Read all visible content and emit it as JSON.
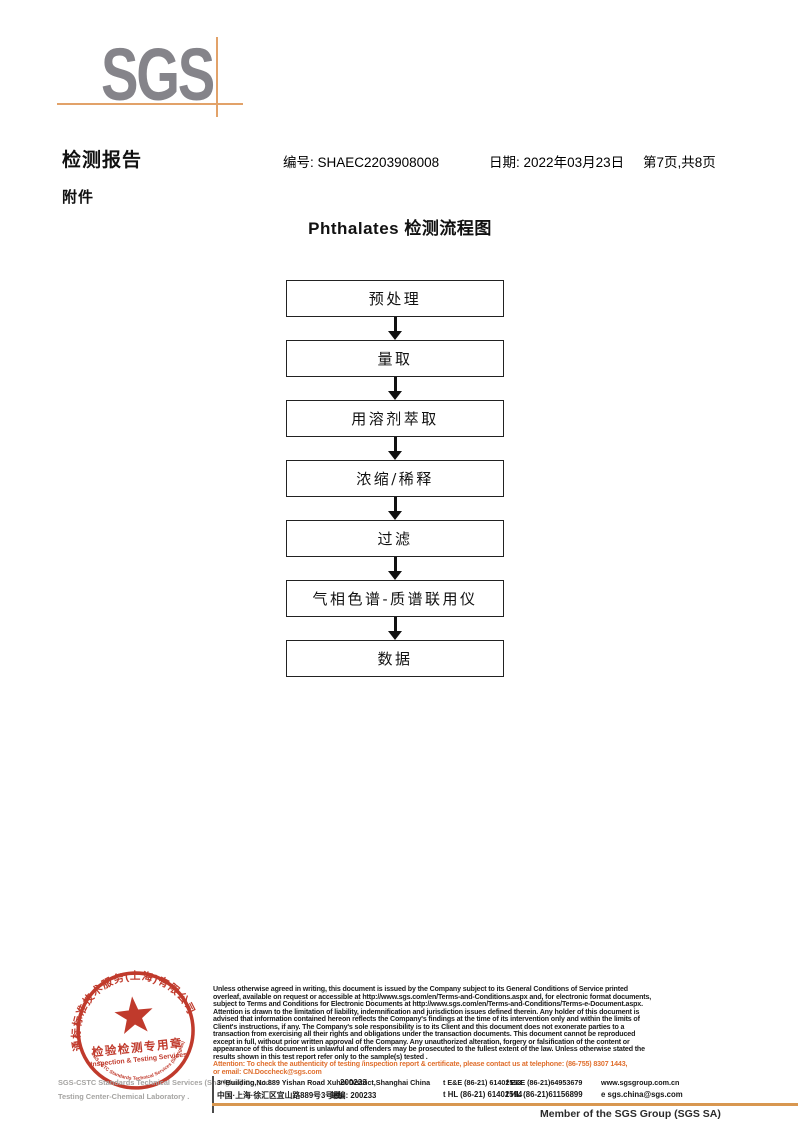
{
  "logo": {
    "text": "SGS"
  },
  "header": {
    "report_title": "检测报告",
    "attachment_label": "附件",
    "report_no_label": "编号:",
    "report_no": "SHAEC2203908008",
    "date_label": "日期:",
    "date_value": "2022年03月23日",
    "page_info": "第7页,共8页"
  },
  "flowchart": {
    "title": "Phthalates 检测流程图",
    "steps": [
      "预处理",
      "量取",
      "用溶剂萃取",
      "浓缩/稀释",
      "过滤",
      "气相色谱-质谱联用仪",
      "数据"
    ]
  },
  "stamp": {
    "ring_text": "通标标准技术服务(上海)有限公司",
    "bottom_arc_text": "SGS-CSTC Standards Technical Services (Shanghai) Co.,Ltd.",
    "inner_line1": "检验检测专用章",
    "inner_line2": "Inspection & Testing Services"
  },
  "company": {
    "line1": "SGS-CSTC Standards Technical Services (Shanghai) Co.,Ltd.",
    "line2": "Testing Center-Chemical Laboratory ."
  },
  "footer": {
    "disclaimer_lines": [
      "Unless otherwise agreed in writing, this document is issued by the Company subject to its General Conditions of Service printed",
      "overleaf, available on request or accessible at http://www.sgs.com/en/Terms-and-Conditions.aspx and, for electronic format documents,",
      "subject to Terms and Conditions for Electronic Documents at http://www.sgs.com/en/Terms-and-Conditions/Terms-e-Document.aspx.",
      "Attention is drawn to the limitation of liability, indemnification and jurisdiction issues defined therein. Any holder of this document is",
      "advised that information contained hereon reflects the Company's findings at the time of its intervention only and within the limits of",
      "Client's instructions, if any. The Company's sole responsibility is to its Client and this document does not exonerate parties to a",
      "transaction from exercising all their rights and obligations under the transaction documents. This document cannot be reproduced",
      "except in full, without prior written approval of the Company. Any unauthorized alteration, forgery or falsification of the content or",
      "appearance of this document is unlawful and offenders may be prosecuted to the fullest extent of the law. Unless otherwise stated the",
      "results shown in this test report refer only to the sample(s) tested ."
    ],
    "attention_line1": "Attention: To check the authenticity of testing /inspection report & certificate, please contact us at telephone: (86-755) 8307 1443,",
    "attention_line2": "or email: CN.Doccheck@sgs.com",
    "address": {
      "en_address": "3ʳᵈBuilding,No.889 Yishan Road Xuhui District,Shanghai China",
      "en_postcode": "200233",
      "cn_address": "中国·上海·徐汇区宜山路889号3号楼",
      "cn_postcode": "邮编: 200233",
      "tel_row1": "t E&E (86-21) 61402553",
      "fax_row1": "f E&E (86-21)64953679",
      "website": "www.sgsgroup.com.cn",
      "tel_row2": "t HL (86-21) 61402594",
      "fax_row2": "f HL (86-21)61156899",
      "email": "e  sgs.china@sgs.com"
    },
    "member_text": "Member of the SGS Group (SGS SA)"
  },
  "colors": {
    "logo_gray": "#85848A",
    "accent_orange": "#E2A269",
    "attention_orange": "#E0702F",
    "stamp_red": "#C03A2C",
    "footer_rule_orange": "#D89750"
  }
}
